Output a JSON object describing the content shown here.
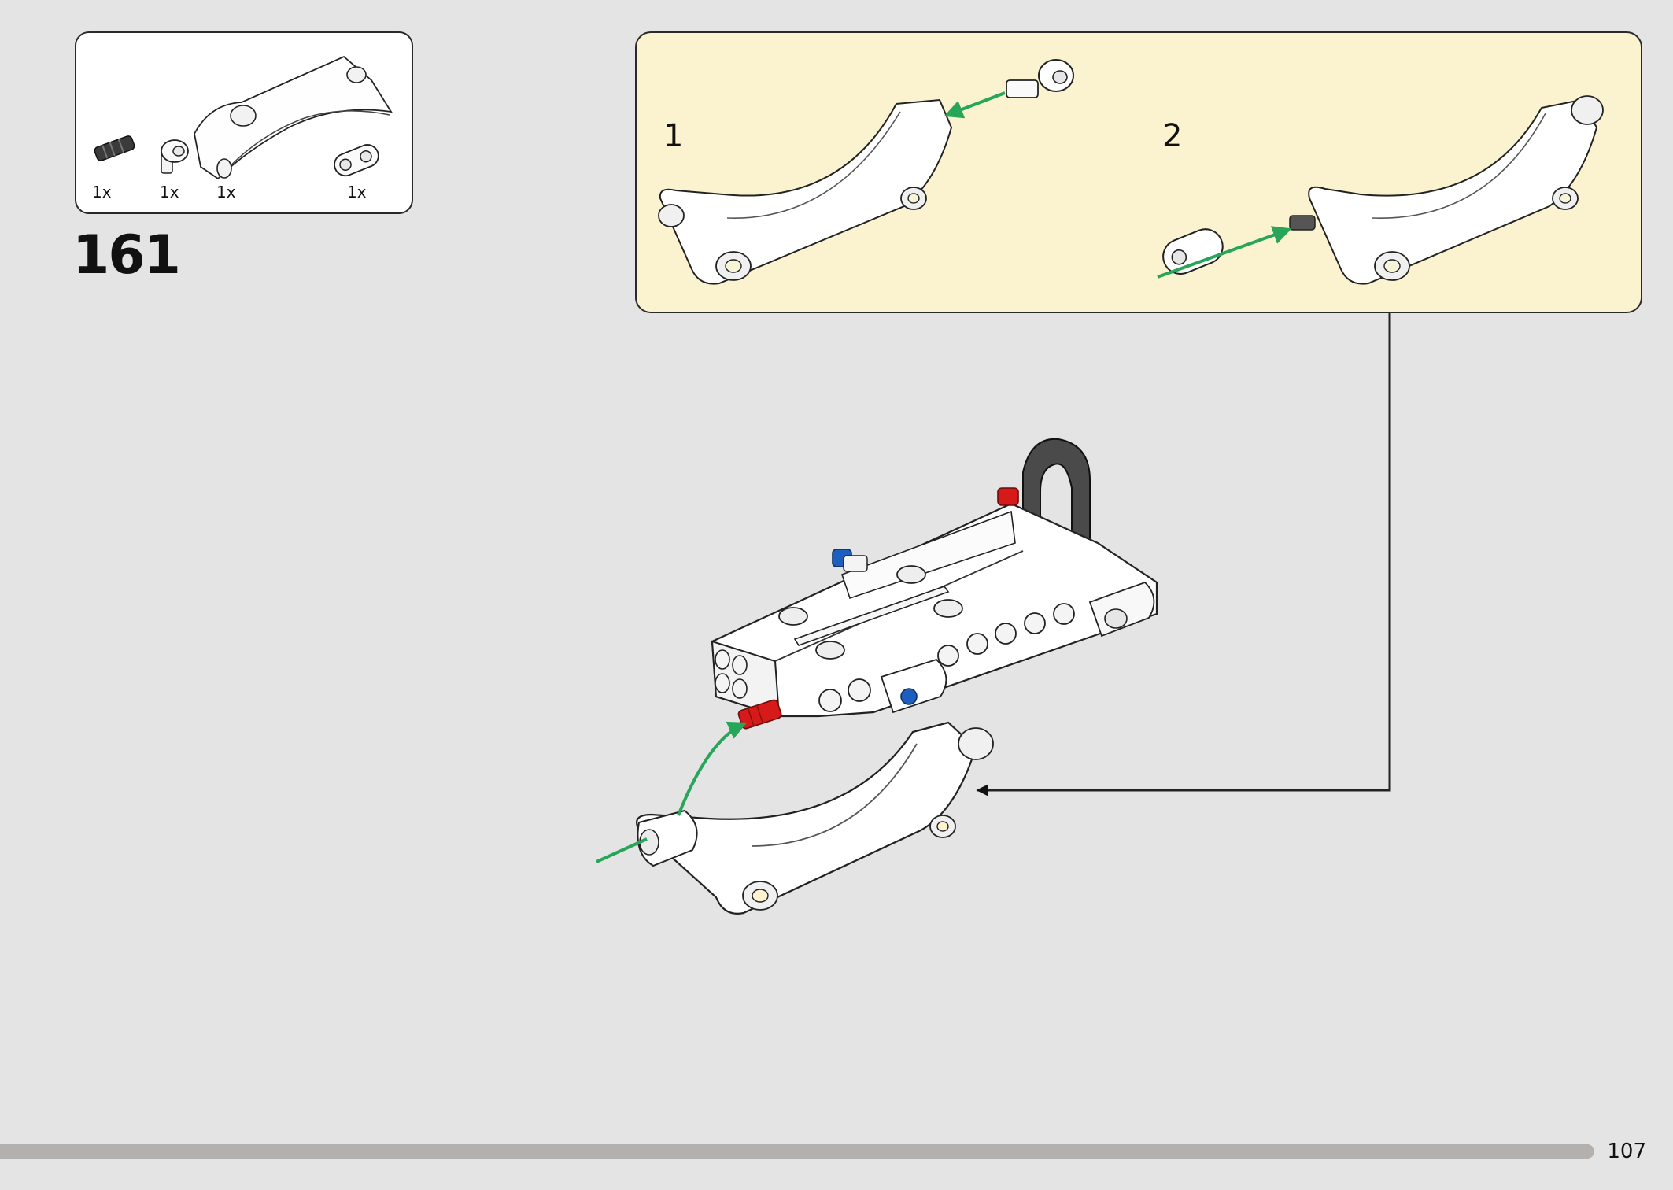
{
  "step": {
    "number": "161"
  },
  "parts_list": {
    "items": [
      {
        "name": "pin-with-bushing-dark-gray",
        "quantity": "1x"
      },
      {
        "name": "axle-pin-connector-white",
        "quantity": "1x"
      },
      {
        "name": "curved-panel-white",
        "quantity": "1x"
      },
      {
        "name": "beam-connector-white",
        "quantity": "1x"
      }
    ]
  },
  "substeps": [
    {
      "label": "1"
    },
    {
      "label": "2"
    }
  ],
  "colors": {
    "background": "#e4e4e4",
    "substep_background": "#fbf3cf",
    "arrow_green": "#27a65a",
    "pin_red": "#d61a1a",
    "pin_blue": "#1d5fbf",
    "progress_track": "#b3b0ad"
  },
  "footer": {
    "page_number": "107"
  }
}
